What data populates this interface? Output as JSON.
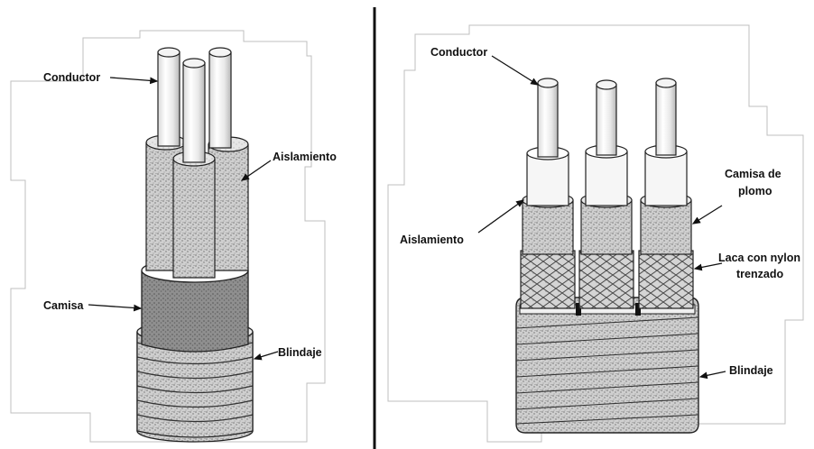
{
  "left_panel": {
    "labels": {
      "conductor": "Conductor",
      "aislamiento": "Aislamiento",
      "camisa": "Camisa",
      "blindaje": "Blindaje"
    }
  },
  "right_panel": {
    "labels": {
      "conductor": "Conductor",
      "aislamiento": "Aislamiento",
      "camisa_line1": "Camisa de",
      "camisa_line2": "plomo",
      "laca_line1": "Laca con nylon",
      "laca_line2": "trenzado",
      "blindaje": "Blindaje"
    }
  }
}
